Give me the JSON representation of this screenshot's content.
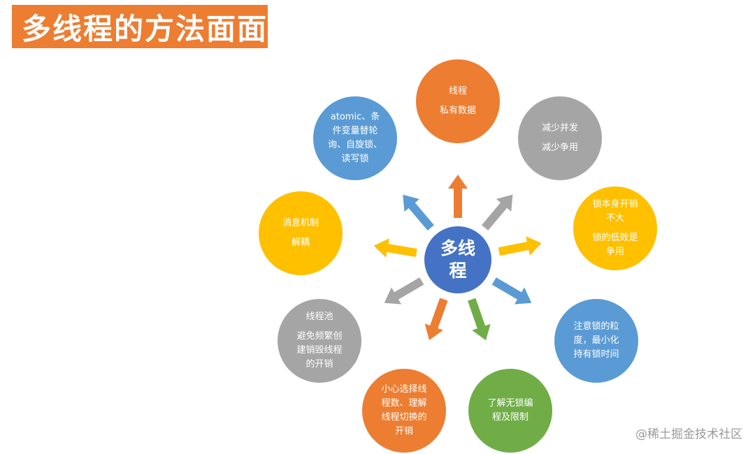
{
  "title": {
    "text": "多线程的方法面面",
    "color": "#ED7D31"
  },
  "center": {
    "lines": [
      "多线",
      "程"
    ],
    "color": "#4472C4"
  },
  "nodes": [
    {
      "id": "top",
      "color": "#ED7D31",
      "lines": [
        "线程",
        "",
        "私有数据"
      ]
    },
    {
      "id": "upper-right",
      "color": "#A5A5A5",
      "lines": [
        "减少并发",
        "",
        "减少争用"
      ]
    },
    {
      "id": "right",
      "color": "#FFC000",
      "lines": [
        "锁本身开销",
        "不大",
        "",
        "锁的低效是",
        "争用"
      ]
    },
    {
      "id": "lower-right",
      "color": "#5B9BD5",
      "lines": [
        "注意锁的粒",
        "度，最小化",
        "持有锁时间"
      ]
    },
    {
      "id": "bottom-right",
      "color": "#70AD47",
      "lines": [
        "了解无锁编",
        "程及限制"
      ]
    },
    {
      "id": "bottom-left",
      "color": "#ED7D31",
      "lines": [
        "小心选择线",
        "程数、理解",
        "线程切换的",
        "开销"
      ]
    },
    {
      "id": "lower-left",
      "color": "#A5A5A5",
      "lines": [
        "线程池",
        "",
        "避免频繁创",
        "建销毁线程",
        "的开销"
      ]
    },
    {
      "id": "left",
      "color": "#FFC000",
      "lines": [
        "消息机制",
        "",
        "解耦"
      ]
    },
    {
      "id": "upper-left",
      "color": "#5B9BD5",
      "lines": [
        "atomic、条",
        "件变量替轮",
        "询、自旋锁、",
        "读写锁"
      ]
    }
  ],
  "watermark": "@稀土掘金技术社区"
}
